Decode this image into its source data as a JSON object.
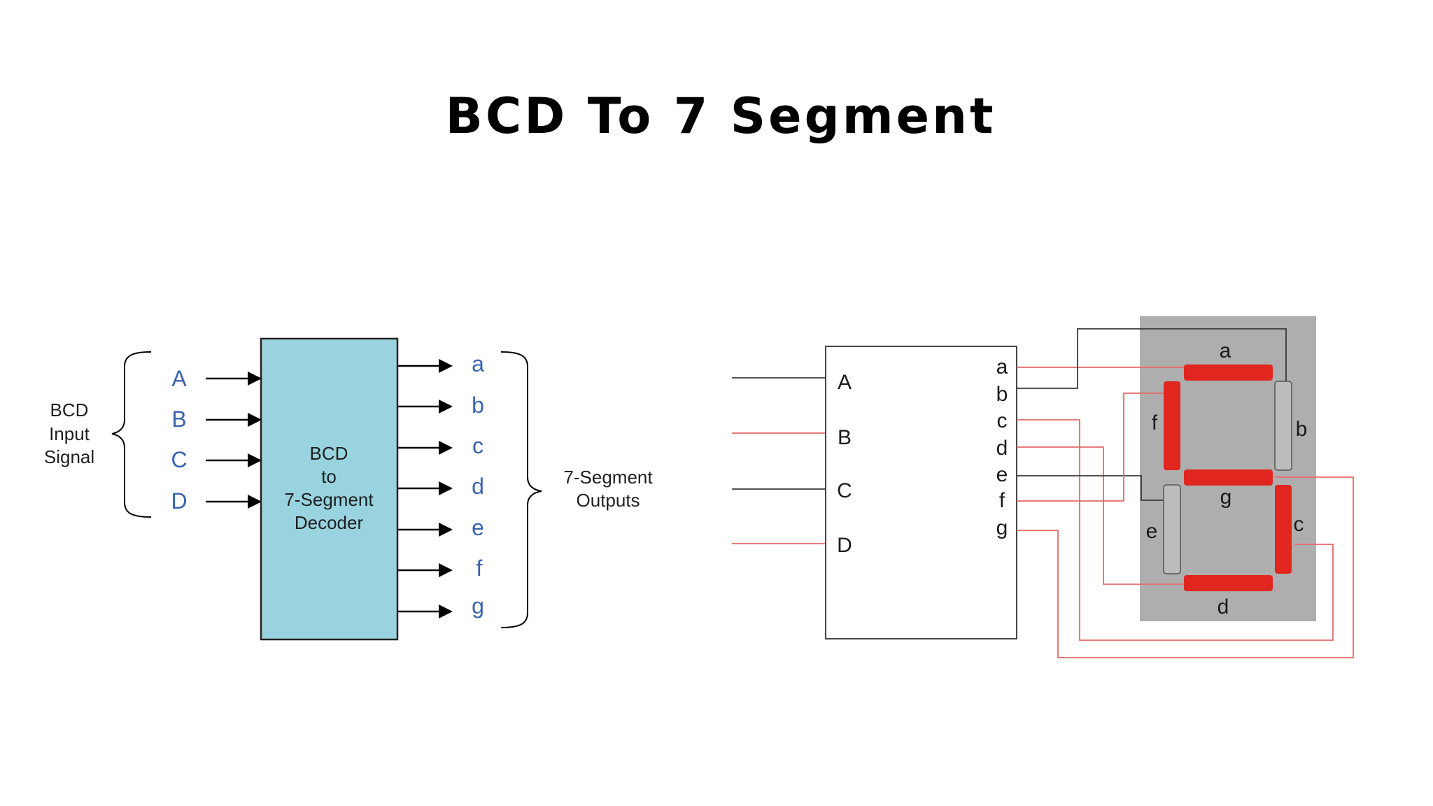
{
  "title": "BCD To 7 Segment",
  "left": {
    "bcd_input_label": [
      "BCD",
      "Input",
      "Signal"
    ],
    "inputs": [
      "A",
      "B",
      "C",
      "D"
    ],
    "decoder_label": [
      "BCD",
      "to",
      "7-Segment",
      "Decoder"
    ],
    "outputs": [
      "a",
      "b",
      "c",
      "d",
      "e",
      "f",
      "g"
    ],
    "outputs_label": [
      "7-Segment",
      "Outputs"
    ]
  },
  "right": {
    "inputs": [
      "A",
      "B",
      "C",
      "D"
    ],
    "outputs": [
      "a",
      "b",
      "c",
      "d",
      "e",
      "f",
      "g"
    ],
    "segments": [
      "a",
      "b",
      "c",
      "d",
      "e",
      "f",
      "g"
    ],
    "lit_segments": [
      "a",
      "c",
      "d",
      "f",
      "g"
    ]
  },
  "colors": {
    "decoder_fill": "#99d3df",
    "segment_on": "#e0261f",
    "segment_off": "#bcbcbc",
    "display_bg": "#aeaeae",
    "wire_active": "#e46a6a",
    "wire_idle": "#3a3a3a",
    "label_blue": "#3a63b0"
  }
}
